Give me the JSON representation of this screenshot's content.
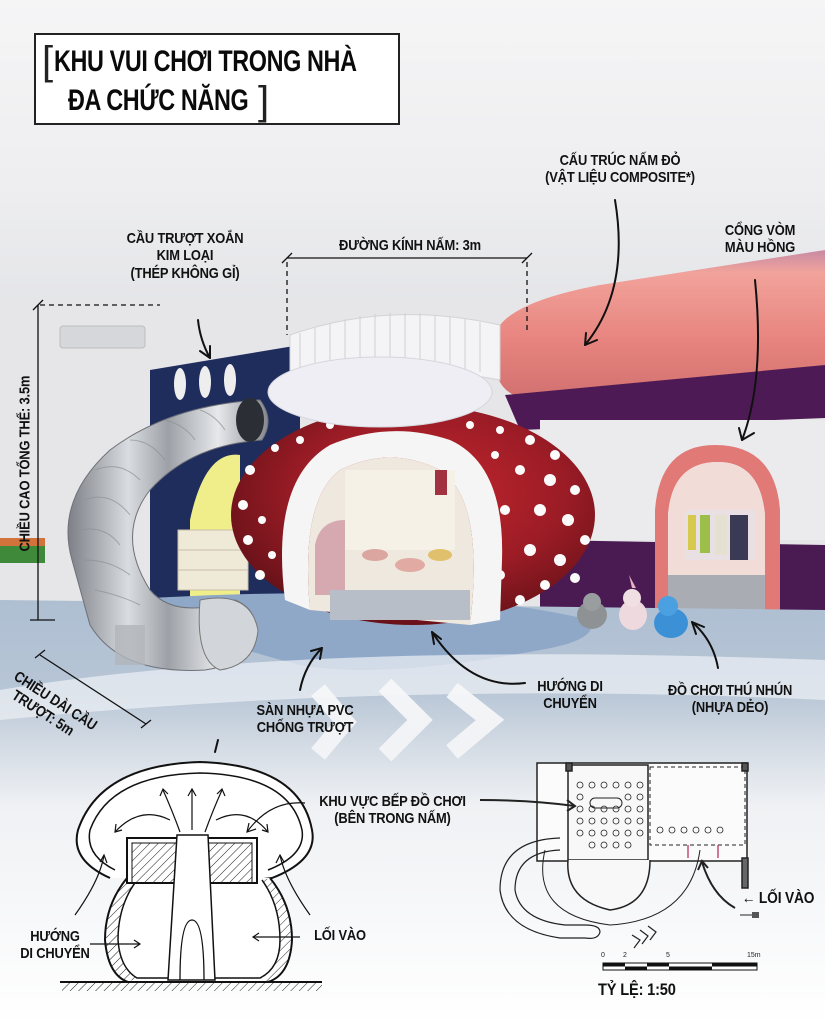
{
  "title": {
    "line1": "KHU VUI CHƠI TRONG NHÀ",
    "line2": "ĐA CHỨC NĂNG",
    "bracket_open": "[",
    "bracket_close": "]"
  },
  "annotations": {
    "mushroom_structure": {
      "line1": "CẤU TRÚC NẤM ĐỎ",
      "line2": "(VẬT LIỆU COMPOSITE*)"
    },
    "pink_arch": {
      "line1": "CỔNG VÒM",
      "line2": "MÀU HỒNG"
    },
    "spiral_slide": {
      "line1": "CẦU TRƯỢT XOẮN",
      "line2": "KIM LOẠI",
      "line3": "(THÉP KHÔNG GỈ)"
    },
    "mushroom_diameter": "ĐƯỜNG KÍNH NẤM: 3m",
    "total_height": "CHIỀU CAO TỔNG THỂ: 3.5m",
    "slide_length": {
      "line1": "CHIỀU DÀI CẦU",
      "line2": "TRƯỢT: 5m"
    },
    "pvc_floor": {
      "line1": "SÀN NHỰA PVC",
      "line2": "CHỐNG TRƯỢT"
    },
    "movement_direction": {
      "line1": "HƯỚNG DI",
      "line2": "CHUYỂN"
    },
    "bouncy_toys": {
      "line1": "ĐỒ CHƠI THÚ NHÚN",
      "line2": "(NHỰA DẺO)"
    }
  },
  "section_diagram": {
    "kitchen_area": {
      "line1": "KHU VỰC BẾP ĐỒ CHƠI",
      "line2": "(BÊN TRONG NẤM)"
    },
    "movement_direction": {
      "line1": "HƯỚNG",
      "line2": "DI CHUYỂN"
    },
    "entrance": "LỐI VÀO"
  },
  "floor_plan": {
    "entrance": "← LỐI VÀO",
    "scale_ticks": [
      "0",
      "2",
      "5",
      "15m"
    ],
    "scale_label": "TỶ LỆ: 1:50"
  },
  "colors": {
    "mushroom_red": "#8e1a22",
    "mushroom_dots": "#ffffff",
    "cap_white": "#e9e9f0",
    "pink_tube": "#e88a86",
    "purple_band": "#5a1f5c",
    "navy_wall": "#1e2d5c",
    "floor_blue": "#b9c6d6",
    "steel": "#b8bcc2"
  }
}
